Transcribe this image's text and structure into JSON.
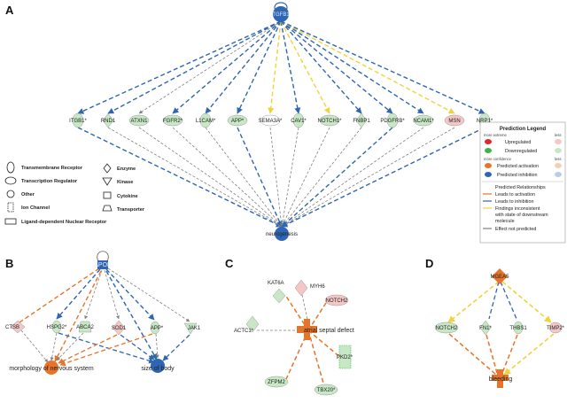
{
  "panels": {
    "a": "A",
    "b": "B",
    "c": "C",
    "d": "D"
  },
  "panelA": {
    "hub": "TGFB1",
    "targets": [
      "ITGB1*",
      "RND1",
      "ATXN1",
      "FGFR2*",
      "L1CAM*",
      "APP*",
      "SEMA3A*",
      "CAV1*",
      "NOTCH1*",
      "FNBP1",
      "PDGFRB*",
      "NCAM1*",
      "MSN",
      "NRP1*"
    ],
    "outcome": "neurogenesis"
  },
  "shapeLegend": {
    "items": [
      "Transmembrane Receptor",
      "Transcription Regulator",
      "Other",
      "Ion Channel",
      "Ligand-dependent Nuclear Receptor",
      "Enzyme",
      "Kinase",
      "Cytokine",
      "Transporter"
    ]
  },
  "predictionLegend": {
    "title": "Prediction Legend",
    "more_extreme": "more extreme",
    "less": "less",
    "more_confidence": "more confidence",
    "upregulated": "Upregulated",
    "downregulated": "Downregulated",
    "predicted_activation": "Predicted activation",
    "predicted_inhibition": "Predicted inhibition",
    "relationships_title": "Predicted Relationships",
    "leads_activation": "Leads to activation",
    "leads_inhibition": "Leads to inhibition",
    "findings_1": "Findings inconsistent",
    "findings_2": "with state of downstream",
    "findings_3": "molecule",
    "effect_not_predicted": "Effect not predicted",
    "colors": {
      "activation": "#e8732a",
      "inhibition": "#2f66b3",
      "inconsistent": "#f0d23c",
      "not_predicted": "#808080",
      "up": "#e0282c",
      "down": "#3fb34a"
    }
  },
  "panelB": {
    "hub": "APOE",
    "targets": [
      "CTSB",
      "HSPG2*",
      "ABCA2",
      "SOD1",
      "APP*",
      "JAK1"
    ],
    "outcome_left": "morphology of nervous system",
    "outcome_right": "size of body"
  },
  "panelC": {
    "center": "atrial septal defect",
    "nodes": [
      "MYH6",
      "KAT6A",
      "NOTCH2",
      "ACTC1*",
      "PKD2*",
      "ZFPM2",
      "TBX20*"
    ]
  },
  "panelD": {
    "hub": "MGEA5",
    "targets": [
      "NOTCH2",
      "FN1*",
      "THBS1",
      "TIMP2*"
    ],
    "outcome": "bleeding"
  }
}
